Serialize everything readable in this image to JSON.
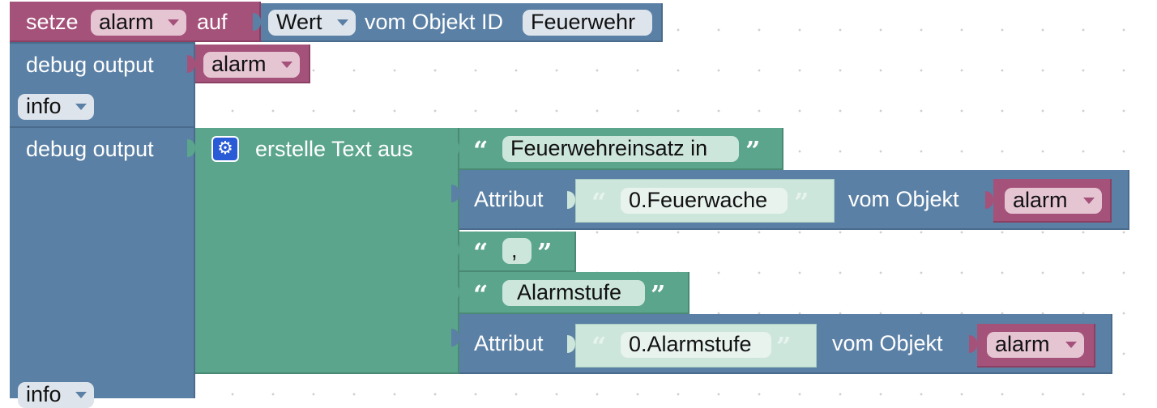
{
  "blocks": {
    "set": {
      "label_set": "setze",
      "var": "alarm",
      "label_to": "auf",
      "prop": "Wert",
      "label_of": "vom Objekt ID",
      "object_id": "Feuerwehr"
    },
    "debug1": {
      "label": "debug output",
      "var": "alarm"
    },
    "level1": {
      "value": "info"
    },
    "debug2": {
      "label": "debug output"
    },
    "join": {
      "label": "erstelle Text aus"
    },
    "text1": {
      "value": "Feuerwehreinsatz in "
    },
    "attr1": {
      "label": "Attribut",
      "attr": "0.Feuerwache",
      "label_of": "vom Objekt",
      "var": "alarm"
    },
    "text2": {
      "value": ","
    },
    "text3": {
      "value": "Alarmstufe"
    },
    "attr2": {
      "label": "Attribut",
      "attr": "0.Alarmstufe",
      "label_of": "vom Objekt",
      "var": "alarm"
    },
    "level2": {
      "value": "info"
    }
  },
  "glyphs": {
    "quote_open": "“",
    "quote_close": "”",
    "gear_icon": "gear-icon",
    "dropdown_icon": "chevron-down-icon"
  },
  "colors": {
    "blue": "#5b80a5",
    "pink": "#a5527a",
    "green": "#5ba58c",
    "light_green": "#cde6dc",
    "field": "#dde4ec",
    "pink_field": "#e6c5d3",
    "gear": "#2a5bd7"
  }
}
